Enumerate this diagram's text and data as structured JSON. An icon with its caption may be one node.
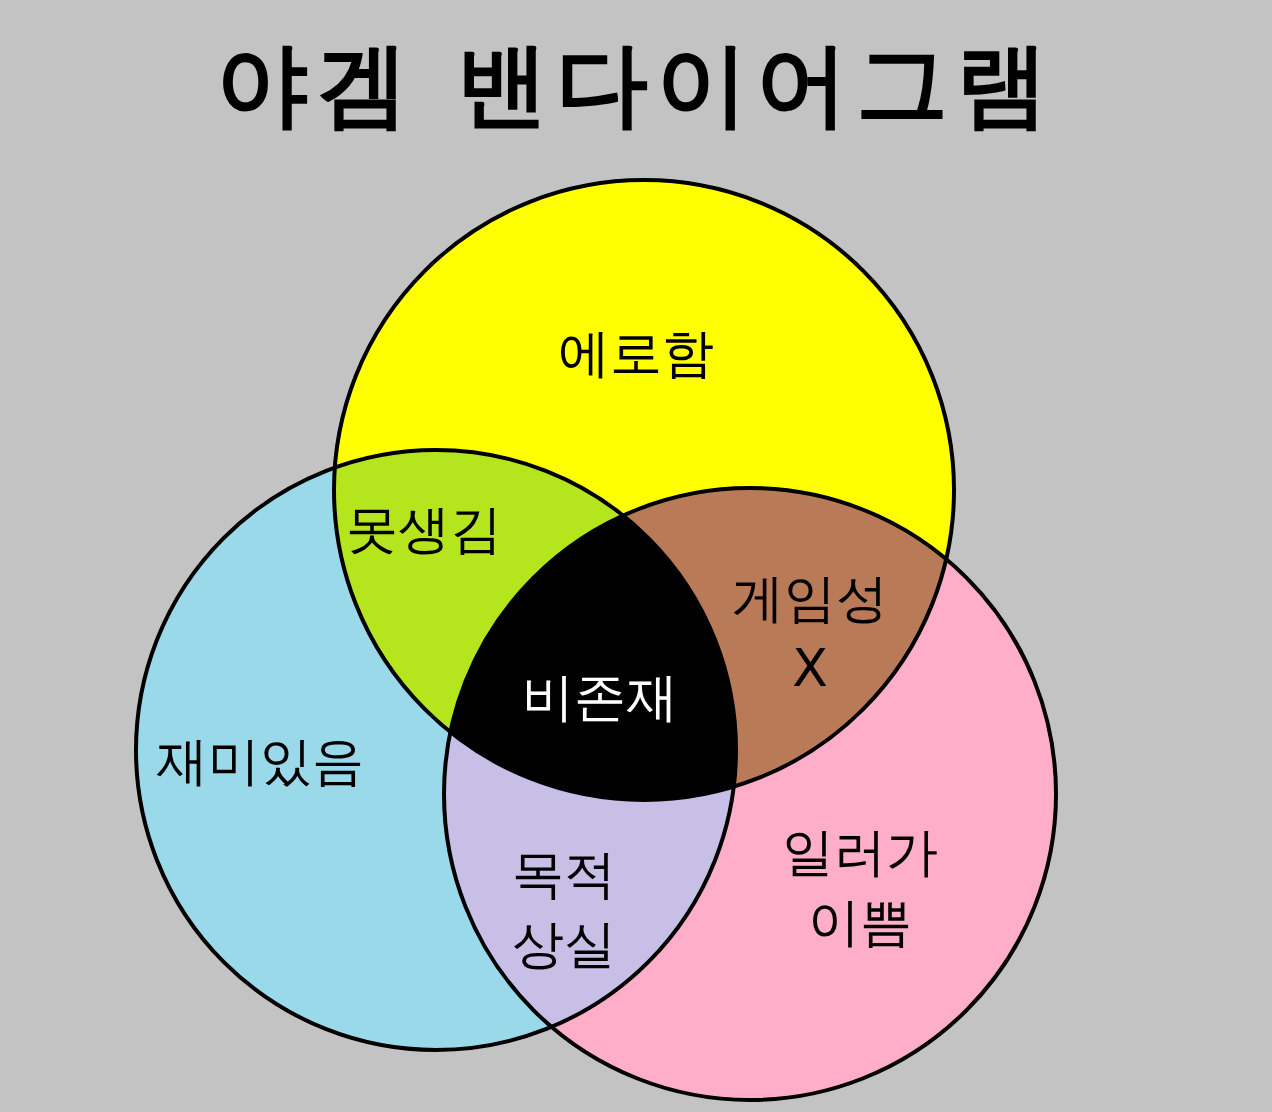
{
  "diagram": {
    "title": "야겜 밴다이어그램",
    "nodes": [
      {
        "text": [
          "에로함"
        ]
      },
      {
        "text": [
          "못생김"
        ]
      },
      {
        "text": [
          "게임성 X"
        ]
      },
      {
        "text": [
          "재미있음"
        ]
      },
      {
        "text": [
          "비존재"
        ]
      },
      {
        "text": [
          "일러가 이쁨"
        ]
      },
      {
        "text": [
          "목적 상실"
        ]
      }
    ]
  }
}
